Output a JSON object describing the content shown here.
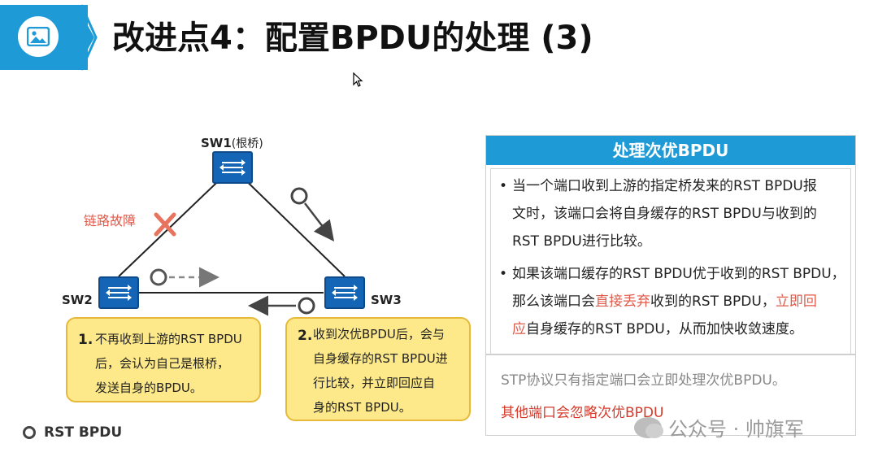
{
  "header": {
    "title": "改进点4：配置BPDU的处理 (3)",
    "icon": "image-icon",
    "accent": "#1e9bd7"
  },
  "diagram": {
    "switches": {
      "sw1": "SW1",
      "sw1_note": "(根桥)",
      "sw2": "SW2",
      "sw3": "SW3"
    },
    "fault_label": "链路故障",
    "note1": {
      "num": "1.",
      "lines": [
        "不再收到上游的RST BPDU",
        "后，会认为自己是根桥，",
        "发送自身的BPDU。"
      ]
    },
    "note2": {
      "num": "2.",
      "lines": [
        "收到次优BPDU后，会与",
        "自身缓存的RST BPDU进",
        "行比较，并立即回应自",
        "身的RST BPDU。"
      ]
    },
    "legend": "RST BPDU",
    "colors": {
      "switch": "#1565b6",
      "fault": "#e05a4a",
      "note_bg": "#fde98a"
    }
  },
  "panel": {
    "title": "处理次优BPDU",
    "bullet1": [
      "当一个端口收到上游的指定桥发来的RST BPDU报",
      "文时，该端口会将自身缓存的RST BPDU与收到的",
      "RST BPDU进行比较。"
    ],
    "bullet2": {
      "l1": "如果该端口缓存的RST BPDU优于收到的RST BPDU，",
      "l2a": "那么该端口会",
      "l2red1": "直接丢弃",
      "l2b": "收到的RST BPDU，",
      "l2red2": "立即回",
      "l3red": "应",
      "l3b": "自身缓存的RST BPDU，从而加快收敛速度。"
    },
    "foot1": "STP协议只有指定端口会立即处理次优BPDU。",
    "foot2": "其他端口会忽略次优BPDU"
  },
  "watermark": "公众号 · 帅旗军"
}
